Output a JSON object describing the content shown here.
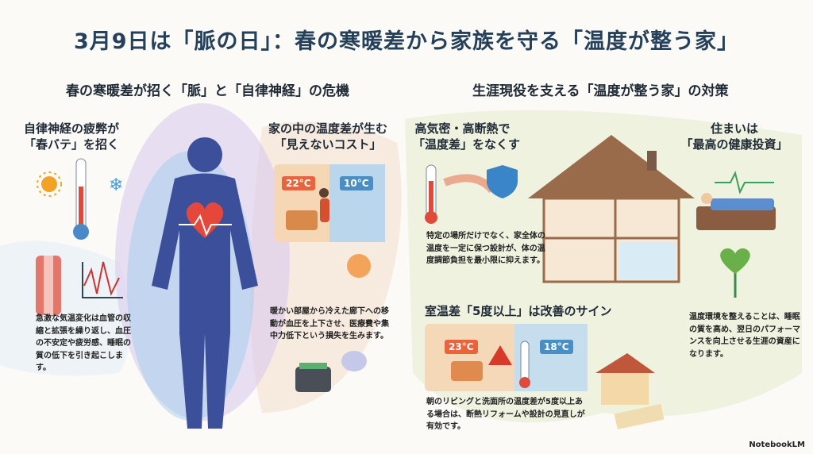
{
  "title": "3月9日は「脈の日」：春の寒暖差から家族を守る「温度が整う家」",
  "left": {
    "heading": "春の寒暖差が招く「脈」と「自律神経」の危機",
    "card1": {
      "title_l1": "自律神経の疲弊が",
      "title_l2": "「春バテ」を招く",
      "body": "急激な気温変化は血管の収縮と拡張を繰り返し、血圧の不安定や疲労感、睡眠の質の低下を引き起こします。"
    },
    "card2": {
      "title_l1": "家の中の温度差が生む",
      "title_l2": "「見えないコスト」",
      "warm": "22°C",
      "cold": "10°C",
      "body": "暖かい部屋から冷えた廊下への移動が血圧を上下させ、医療費や集中力低下という損失を生みます。"
    }
  },
  "right": {
    "heading": "生涯現役を支える「温度が整う家」の対策",
    "card1": {
      "title_l1": "高気密・高断熱で",
      "title_l2": "「温度差」をなくす",
      "body": "特定の場所だけでなく、家全体の温度を一定に保つ設計が、体の温度調節負担を最小限に抑えます。"
    },
    "card2": {
      "title_l1": "住まいは",
      "title_l2": "「最高の健康投資」",
      "body": "温度環境を整えることは、睡眠の質を高め、翌日のパフォーマンスを向上させる生涯の資産になります。"
    },
    "card3": {
      "title": "室温差「5度以上」は改善のサイン",
      "warm": "23°C",
      "cold": "18°C",
      "body": "朝のリビングと洗面所の温度差が5度以上ある場合は、断熱リフォームや設計の見直しが有効です。"
    }
  },
  "brand": "NotebookLM",
  "colors": {
    "title": "#24405a",
    "warm": "#e8643c",
    "cold": "#4a8fc4"
  }
}
